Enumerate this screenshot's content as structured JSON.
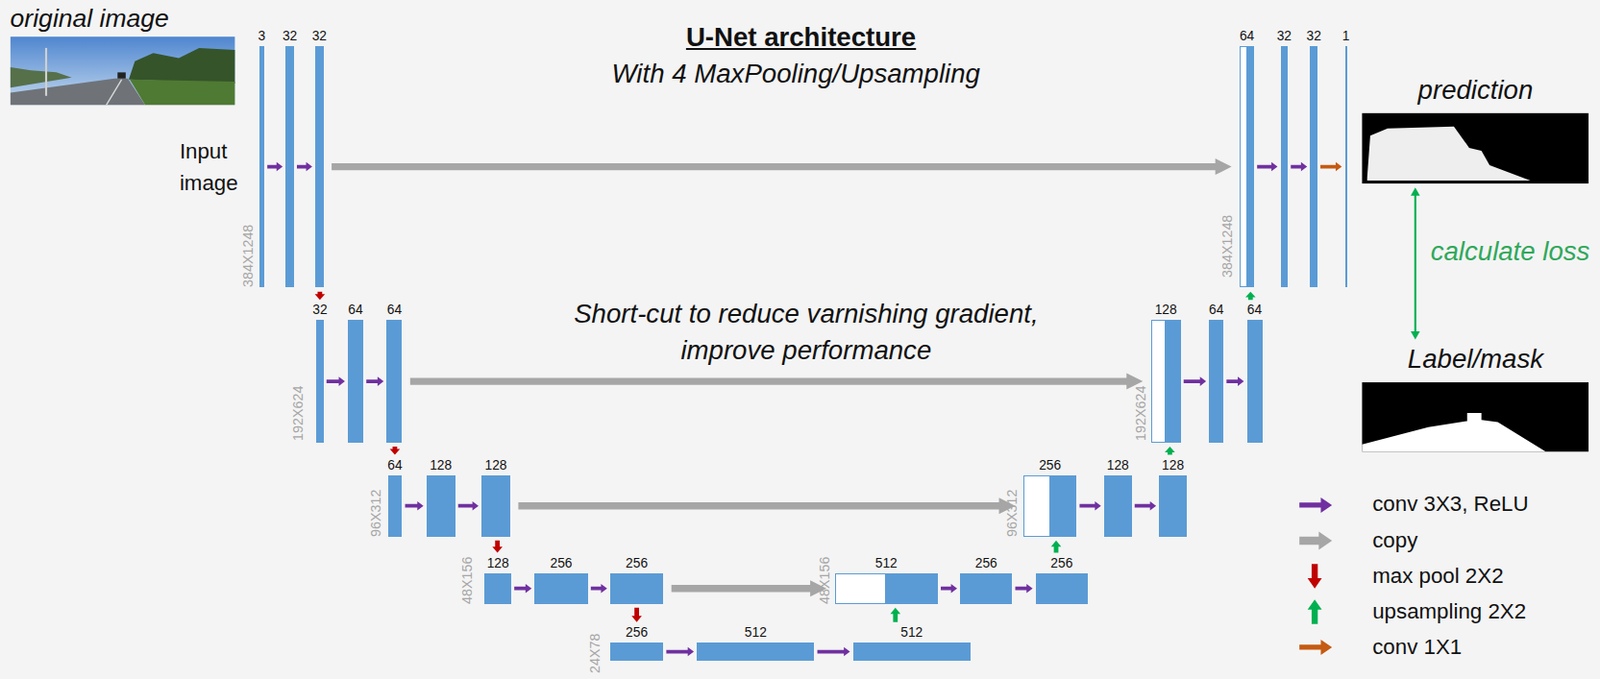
{
  "diagram": {
    "title": "U-Net architecture",
    "nodes": [
      {
        "text": [
          "3"
        ]
      },
      {
        "text": [
          "32"
        ]
      },
      {
        "text": [
          "32"
        ]
      },
      {
        "text": [
          "32"
        ]
      },
      {
        "text": [
          "64"
        ]
      },
      {
        "text": [
          "64"
        ]
      },
      {
        "text": [
          "64"
        ]
      },
      {
        "text": [
          "128"
        ]
      },
      {
        "text": [
          "128"
        ]
      },
      {
        "text": [
          "128"
        ]
      },
      {
        "text": [
          "256"
        ]
      },
      {
        "text": [
          "256"
        ]
      },
      {
        "text": [
          "256"
        ]
      },
      {
        "text": [
          "512"
        ]
      },
      {
        "text": [
          "512"
        ]
      },
      {
        "text": [
          "512"
        ]
      },
      {
        "text": [
          "256"
        ]
      },
      {
        "text": [
          "256"
        ]
      },
      {
        "text": [
          "256"
        ]
      },
      {
        "text": [
          "128"
        ]
      },
      {
        "text": [
          "128"
        ]
      },
      {
        "text": [
          "128"
        ]
      },
      {
        "text": [
          "64"
        ]
      },
      {
        "text": [
          "64"
        ]
      },
      {
        "text": [
          "64"
        ]
      },
      {
        "text": [
          "32"
        ]
      },
      {
        "text": [
          "32"
        ]
      },
      {
        "text": [
          "1"
        ]
      },
      {
        "text": [
          "prediction"
        ]
      },
      {
        "text": [
          "Label/mask"
        ]
      }
    ],
    "edges": [
      {
        "from": 0,
        "to": 1,
        "arrow": "to"
      },
      {
        "from": 1,
        "to": 2,
        "arrow": "to"
      },
      {
        "from": 3,
        "to": 4,
        "arrow": "to"
      },
      {
        "from": 4,
        "to": 5,
        "arrow": "to"
      },
      {
        "from": 6,
        "to": 7,
        "arrow": "to"
      },
      {
        "from": 7,
        "to": 8,
        "arrow": "to"
      },
      {
        "from": 9,
        "to": 10,
        "arrow": "to"
      },
      {
        "from": 10,
        "to": 11,
        "arrow": "to"
      },
      {
        "from": 12,
        "to": 13,
        "arrow": "to"
      },
      {
        "from": 13,
        "to": 14,
        "arrow": "to"
      },
      {
        "from": 15,
        "to": 16,
        "arrow": "to"
      },
      {
        "from": 16,
        "to": 17,
        "arrow": "to"
      },
      {
        "from": 18,
        "to": 19,
        "arrow": "to"
      },
      {
        "from": 19,
        "to": 20,
        "arrow": "to"
      },
      {
        "from": 21,
        "to": 22,
        "arrow": "to"
      },
      {
        "from": 22,
        "to": 23,
        "arrow": "to"
      },
      {
        "from": 24,
        "to": 25,
        "arrow": "to"
      },
      {
        "from": 25,
        "to": 26,
        "arrow": "to"
      },
      {
        "from": 26,
        "to": 27,
        "arrow": "to"
      },
      {
        "from": 2,
        "to": 3,
        "arrow": "to"
      },
      {
        "from": 5,
        "to": 6,
        "arrow": "to"
      },
      {
        "from": 8,
        "to": 9,
        "arrow": "to"
      },
      {
        "from": 11,
        "to": 12,
        "arrow": "to"
      },
      {
        "from": 14,
        "to": 15,
        "arrow": "to"
      },
      {
        "from": 17,
        "to": 18,
        "arrow": "to"
      },
      {
        "from": 20,
        "to": 21,
        "arrow": "to"
      },
      {
        "from": 23,
        "to": 24,
        "arrow": "to"
      },
      {
        "from": 2,
        "to": 24,
        "arrow": "to"
      },
      {
        "from": 5,
        "to": 21,
        "arrow": "to"
      },
      {
        "from": 8,
        "to": 18,
        "arrow": "to"
      },
      {
        "from": 11,
        "to": 15,
        "arrow": "to"
      },
      {
        "from": 28,
        "to": 29,
        "arrow": "both"
      }
    ],
    "labels": [
      "original image",
      "Input image",
      "With 4 MaxPooling/Upsampling",
      "Short-cut to reduce varnishing gradient, improve performance",
      "384X1248",
      "192X624",
      "96X312",
      "48X156",
      "24X78",
      "48X156",
      "96X312",
      "192X624",
      "384X1248",
      "calculate loss"
    ],
    "legend": [
      {
        "text": "conv 3X3, ReLU",
        "color": "#7030a0"
      },
      {
        "text": "copy",
        "color": "#a6a6a6"
      },
      {
        "text": "max pool 2X2",
        "color": "#c00000"
      },
      {
        "text": "upsampling 2X2",
        "color": "#00b050"
      },
      {
        "text": "conv 1X1",
        "color": "#c55a11"
      }
    ]
  }
}
